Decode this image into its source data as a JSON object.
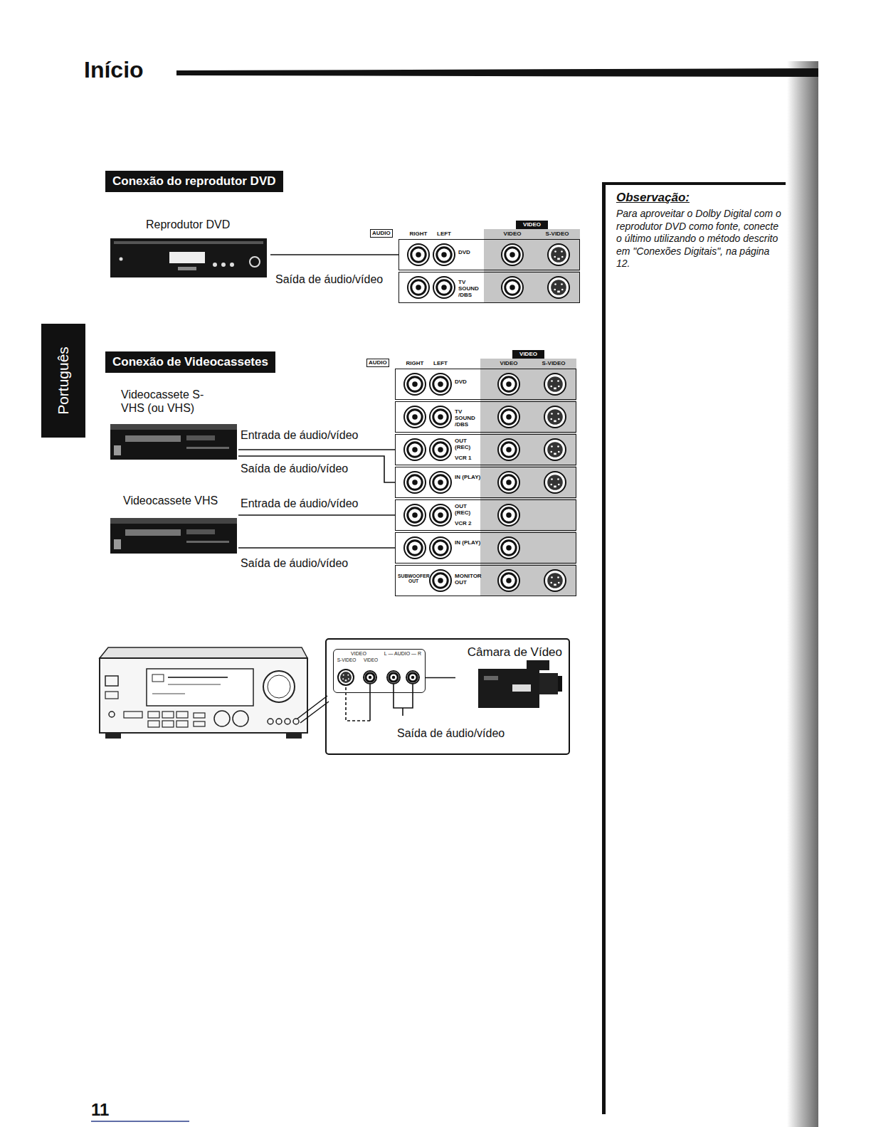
{
  "diagram": {
    "title": "Início",
    "nodes": [
      {
        "text": [
          "Conexão do reprodutor DVD"
        ]
      },
      {
        "text": [
          "Reprodutor DVD"
        ]
      },
      {
        "text": [
          "AUDIO",
          "RIGHT",
          "LEFT",
          "VIDEO",
          "VIDEO",
          "S-VIDEO"
        ]
      },
      {
        "text": [
          "DVD"
        ],
        "in": 2
      },
      {
        "text": [
          "TV SOUND /DBS"
        ],
        "in": 2
      },
      {
        "text": [
          "Conexão de Videocassetes"
        ]
      },
      {
        "text": [
          "Videocassete S-VHS (ou VHS)"
        ]
      },
      {
        "text": [
          "AUDIO",
          "RIGHT",
          "LEFT",
          "VIDEO",
          "VIDEO",
          "S-VIDEO"
        ]
      },
      {
        "text": [
          "DVD"
        ],
        "in": 7
      },
      {
        "text": [
          "TV SOUND /DBS"
        ],
        "in": 7
      },
      {
        "text": [
          "OUT (REC)",
          "VCR 1"
        ],
        "in": 7
      },
      {
        "text": [
          "IN (PLAY)"
        ],
        "in": 7
      },
      {
        "text": [
          "OUT (REC)",
          "VCR 2"
        ],
        "in": 7
      },
      {
        "text": [
          "IN (PLAY)"
        ],
        "in": 7
      },
      {
        "text": [
          "SUBWOOFER OUT",
          "MONITOR OUT"
        ],
        "in": 7
      },
      {
        "text": [
          "Videocassete VHS"
        ]
      },
      {
        "text": [
          "VIDEO",
          "S-VIDEO",
          "VIDEO",
          "L — AUDIO — R"
        ]
      },
      {
        "text": [
          "Câmara de Vídeo"
        ]
      },
      {
        "text": [
          "Observação:",
          "Para aproveitar o Dolby Digital com o reprodutor DVD como fonte, conecte o último utilizando o método descrito em \"Conexões Digitais\", na página 12."
        ]
      },
      {
        "text": [
          "Português"
        ]
      }
    ],
    "edges": [
      {
        "from": 1,
        "to": 3,
        "label": "Saída de áudio/vídeo",
        "arrow": "none"
      },
      {
        "from": 10,
        "to": 6,
        "label": "Entrada de áudio/vídeo",
        "arrow": "none"
      },
      {
        "from": 6,
        "to": 11,
        "label": "Saída de áudio/vídeo",
        "arrow": "none"
      },
      {
        "from": 12,
        "to": 15,
        "label": "Entrada de áudio/vídeo",
        "arrow": "none"
      },
      {
        "from": 15,
        "to": 13,
        "label": "Saída de áudio/vídeo",
        "arrow": "none"
      },
      {
        "from": 17,
        "to": 16,
        "label": "Saída de áudio/vídeo",
        "arrow": "none"
      }
    ],
    "labels": [
      "11"
    ]
  }
}
